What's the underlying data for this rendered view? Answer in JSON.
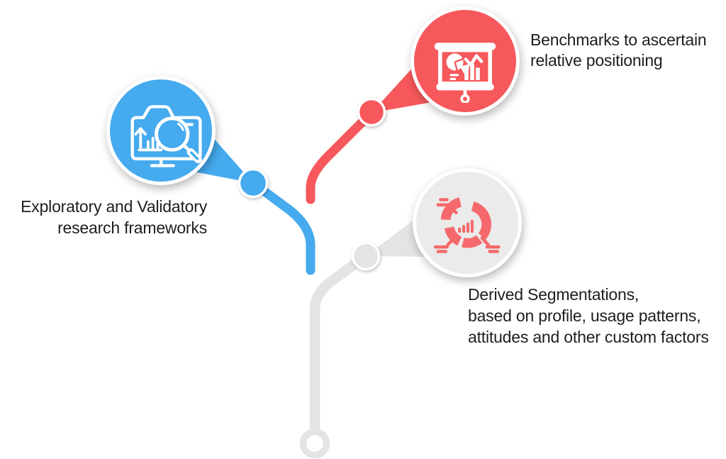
{
  "diagram": {
    "title": "research frameworks flow diagram",
    "palette": {
      "blue": "#45AAEE",
      "red": "#F6585B",
      "gray_line": "#E4E4E4",
      "gray_circle_fill": "#EBEBEB",
      "icon_salmon": "#F5696C",
      "text": "#1E1E1E",
      "circle_ring": "#FFFFFF"
    },
    "nodes": [
      {
        "id": "exploratory",
        "icon": "folder-chart-magnifier-icon",
        "circle_color": "#45AAEE",
        "label_lines": {
          "0": "Exploratory and Validatory",
          "1": "research frameworks"
        }
      },
      {
        "id": "benchmarks",
        "icon": "presentation-board-charts-icon",
        "circle_color": "#F6585B",
        "label_lines": {
          "0": "Benchmarks to ascertain",
          "1": "relative positioning"
        }
      },
      {
        "id": "segmentations",
        "icon": "segmented-donut-chart-icon",
        "circle_color": "#EBEBEB",
        "icon_color": "#F5696C",
        "label_lines": {
          "0": "Derived Segmentations,",
          "1": "based on profile, usage patterns,",
          "2": "attitudes and other custom factors"
        }
      }
    ]
  }
}
